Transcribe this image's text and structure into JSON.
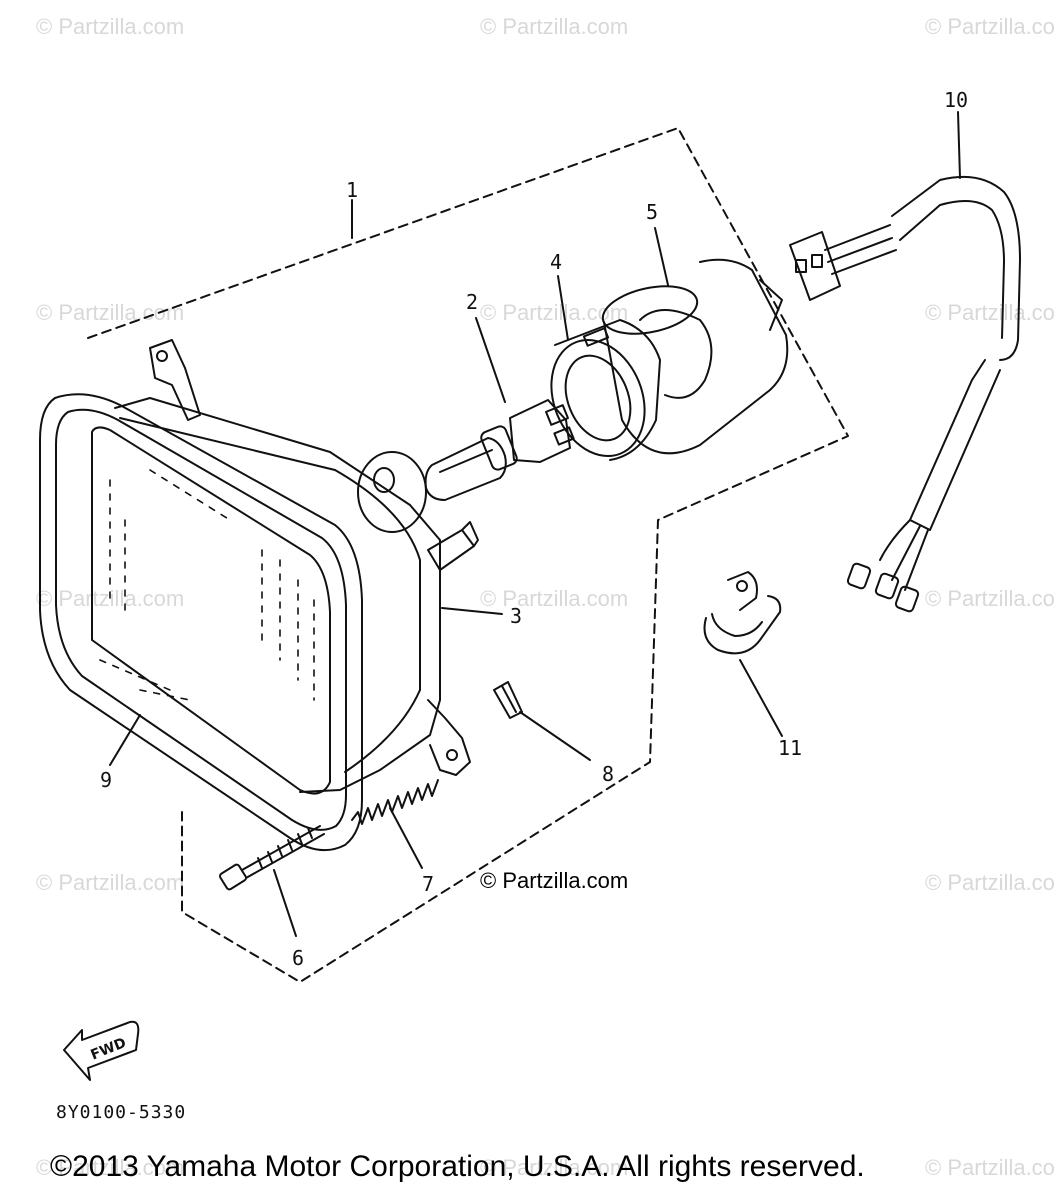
{
  "watermark": "© Partzilla.com",
  "watermark_center": "© Partzilla.com",
  "callouts": {
    "c1": "1",
    "c2": "2",
    "c3": "3",
    "c4": "4",
    "c5": "5",
    "c6": "6",
    "c7": "7",
    "c8": "8",
    "c9": "9",
    "c10": "10",
    "c11": "11"
  },
  "fwd_label": "FWD",
  "diagram_code": "8Y0100-5330",
  "copyright": "©2013 Yamaha Motor Corporation, U.S.A. All rights reserved.",
  "colors": {
    "line": "#111111",
    "watermark": "#d8d8d8"
  }
}
